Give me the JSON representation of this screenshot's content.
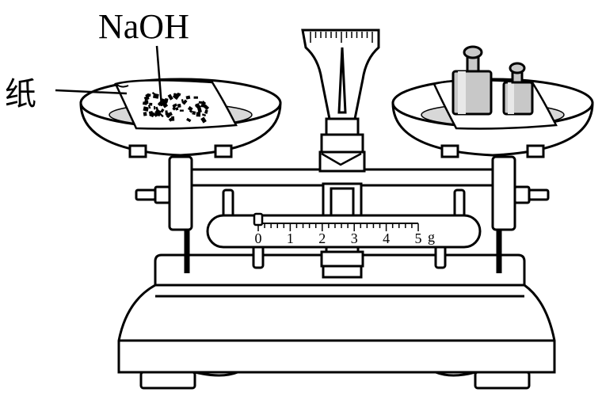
{
  "labels": {
    "substance": "NaOH",
    "paper": "纸"
  },
  "scale": {
    "numbers": [
      "0",
      "1",
      "2",
      "3",
      "4",
      "5"
    ],
    "unit": "g",
    "min": 0,
    "max": 5,
    "minor_divisions_per_gram": 5,
    "rider_position": 0
  },
  "colors": {
    "stroke": "#000000",
    "background": "#ffffff",
    "weight_fill": "#c8c8c8",
    "pan_inner": "#d8d8d8"
  }
}
